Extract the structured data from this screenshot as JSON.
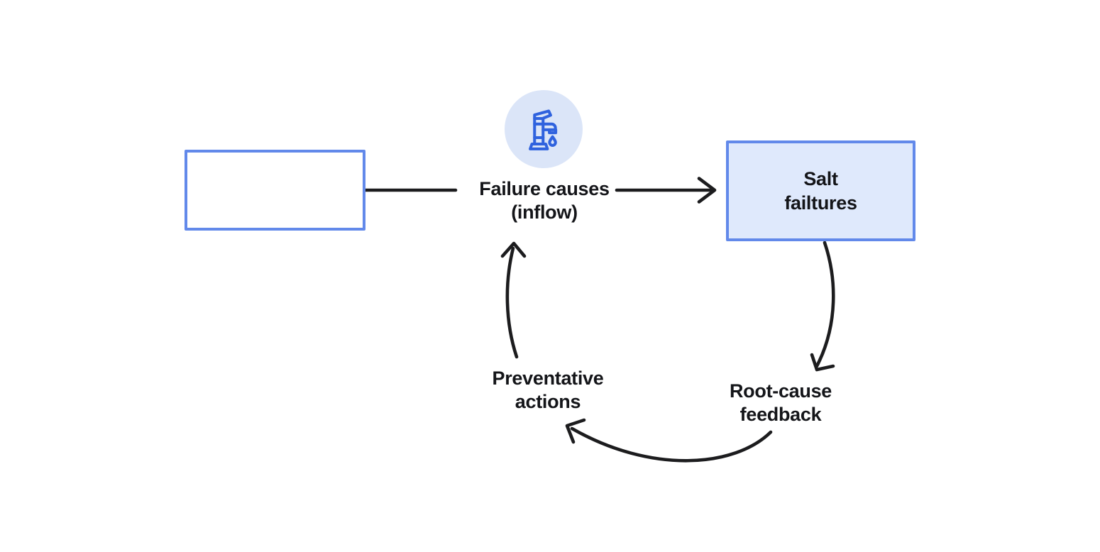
{
  "colors": {
    "background": "#ffffff",
    "box_border": "#6289ea",
    "stock_fill": "#dfe9fc",
    "badge_fill": "#dbe5f8",
    "icon_stroke": "#2f62de",
    "arrow": "#1c1c1e",
    "text": "#141519"
  },
  "labels": {
    "inflow_source": "Failure causes\n(inflow)",
    "stock": "Salt\nfailtures",
    "feedback": "Root-cause\nfeedback",
    "action": "Preventative\nactions"
  },
  "icons": {
    "badge": "faucet-icon"
  }
}
